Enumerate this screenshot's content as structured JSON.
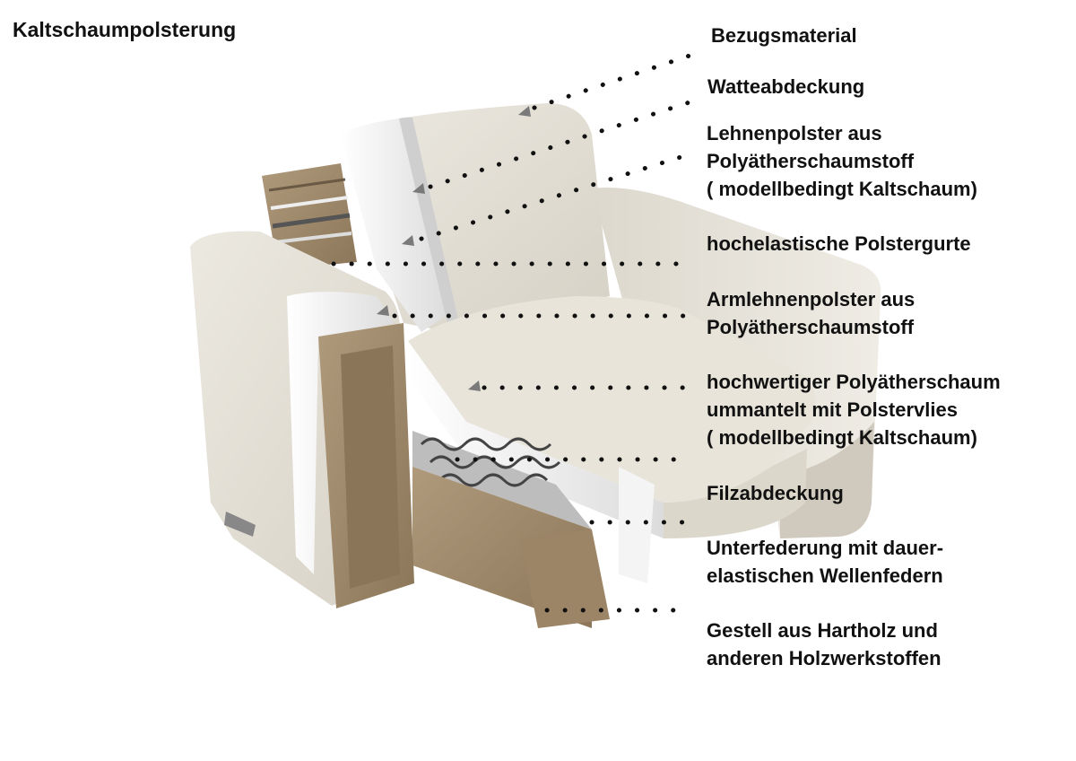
{
  "title": "Kaltschaumpolsterung",
  "labels": [
    {
      "lines": [
        "Bezugsmaterial"
      ]
    },
    {
      "lines": [
        "Watteabdeckung"
      ]
    },
    {
      "lines": [
        "Lehnenpolster aus",
        "Polyätherschaumstoff",
        "( modellbedingt Kaltschaum)"
      ]
    },
    {
      "lines": [
        "hochelastische Polstergurte"
      ]
    },
    {
      "lines": [
        "Armlehnenpolster aus",
        "Polyätherschaumstoff"
      ]
    },
    {
      "lines": [
        "hochwertiger Polyätherschaum",
        "ummantelt mit Polstervlies",
        "( modellbedingt Kaltschaum)"
      ]
    },
    {
      "lines": [
        "Filzabdeckung"
      ]
    },
    {
      "lines": [
        "Unterfederung mit dauer-",
        "elastischen Wellenfedern"
      ]
    },
    {
      "lines": [
        "Gestell aus Hartholz und",
        "anderen Holzwerkstoffen"
      ]
    }
  ],
  "colors": {
    "fabric": "#e6e2d9",
    "fabric_shade": "#cfcabd",
    "foam": "#f2f2f2",
    "wood": "#a08a6c",
    "text": "#111111"
  }
}
